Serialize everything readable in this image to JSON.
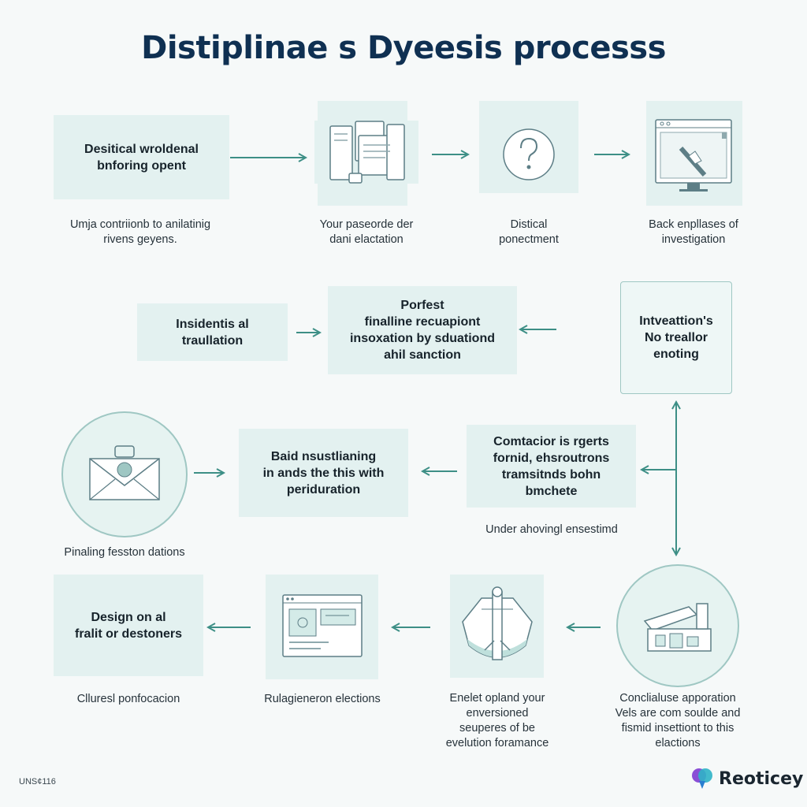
{
  "title": "Distiplinae s Dyeesis processs",
  "row1": {
    "box1": {
      "line1": "Desitical wroldenal",
      "line2": "bnforing opent"
    },
    "cap1": {
      "line1": "Umja contriionb to anilatinig",
      "line2": "rivens geyens."
    },
    "cap2": {
      "line1": "Your paseorde der",
      "line2": "dani elactation"
    },
    "cap3": {
      "line1": "Distical",
      "line2": "ponectment"
    },
    "cap4": {
      "line1": "Back enpllases of",
      "line2": "investigation"
    }
  },
  "row2": {
    "box1": {
      "line1": "Insidentis al",
      "line2": "traullation"
    },
    "box2": {
      "line1": "Porfest",
      "line2": "finalline recuapiont",
      "line3": "insoxation by sduationd",
      "line4": "ahil sanction"
    },
    "box3": {
      "line1": "Intveattion's",
      "line2": "No treallor",
      "line3": "enoting"
    }
  },
  "row3": {
    "cap_circle": "Pinaling fesston dations",
    "box1": {
      "line1": "Baid nsustlianing",
      "line2": "in ands the this with",
      "line3": "periduration"
    },
    "box2": {
      "line1": "Comtacior is rgerts",
      "line2": "fornid, ehsroutrons",
      "line3": "tramsitnds bohn",
      "line4": "bmchete"
    },
    "cap_box2": "Under ahovingl ensestimd"
  },
  "row4": {
    "box1": {
      "line1": "Design on al",
      "line2": "fralit or destoners"
    },
    "cap1": "Clluresl ponfocacion",
    "cap2": "Rulagieneron elections",
    "cap3": {
      "line1": "Enelet opland your",
      "line2": "enversioned",
      "line3": "seuperes of be",
      "line4": "evelution foramance"
    },
    "cap4": {
      "line1": "Conclialuse apporation",
      "line2": "Vels are com soulde and",
      "line3": "fismid insettiont to this",
      "line4": "elactions"
    }
  },
  "footer": {
    "code": "UNS¢116",
    "brand": "Reoticey"
  },
  "colors": {
    "accent": "#3d8f86",
    "box_fill": "#e3f1f0",
    "title": "#0f3052"
  },
  "icons": [
    "documents-icon",
    "question-icon",
    "monitor-icon",
    "envelope-icon",
    "window-icon",
    "tower-icon",
    "factory-icon"
  ]
}
